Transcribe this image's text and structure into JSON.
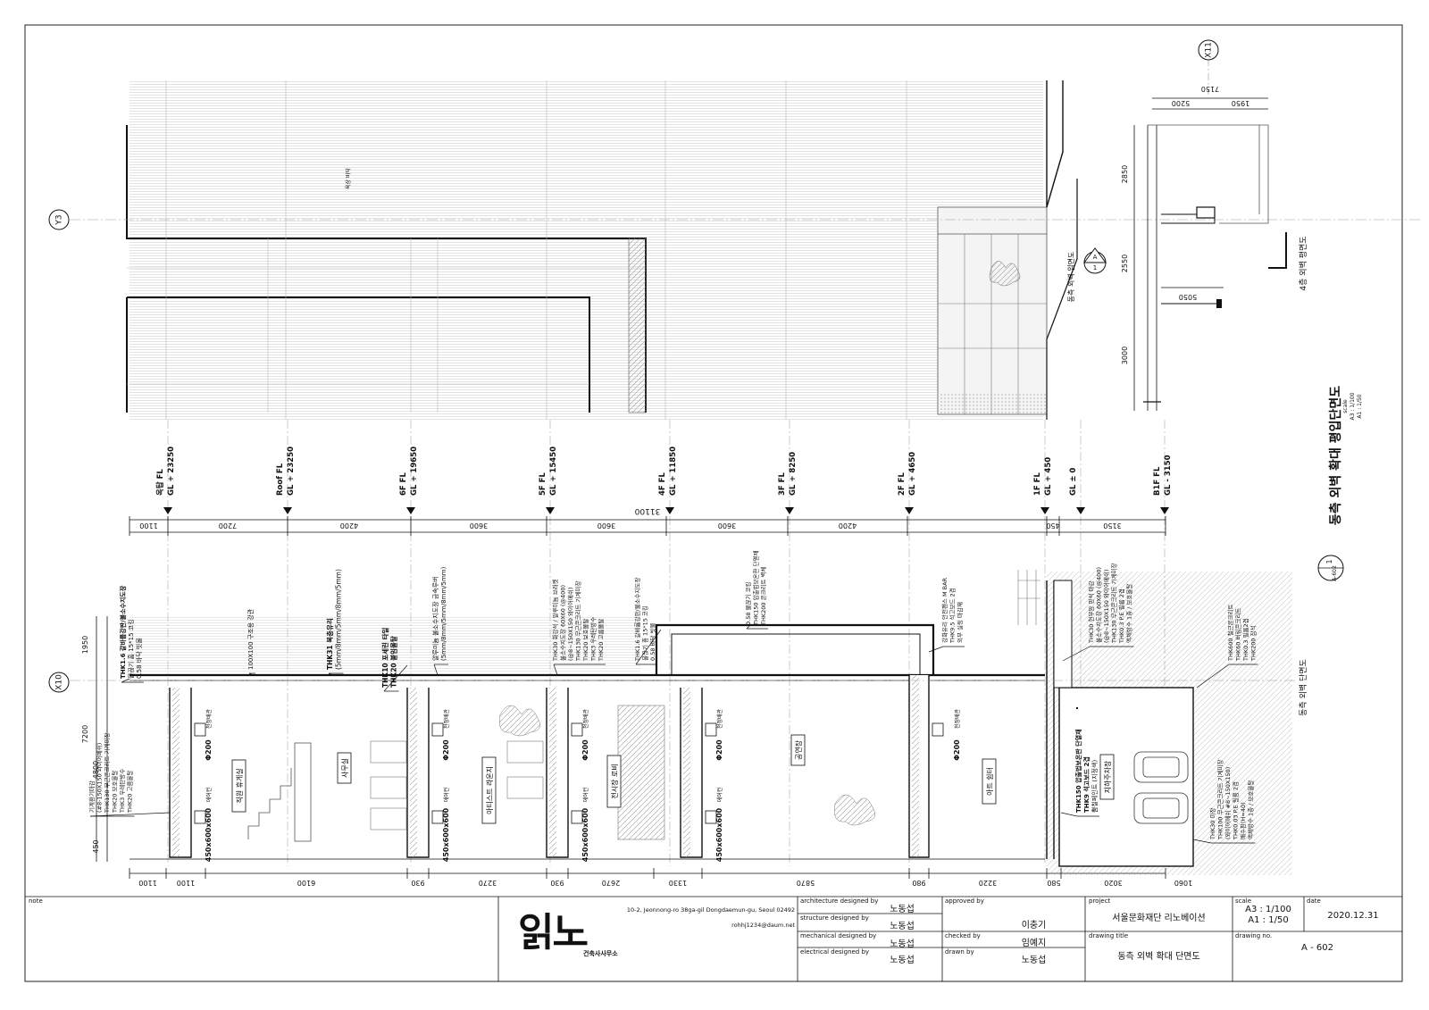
{
  "grids": {
    "y3": "Y3",
    "x10": "X10",
    "x11": "X11"
  },
  "levels": [
    {
      "name": "옥탑 FL",
      "value": "GL + 23250"
    },
    {
      "name": "Roof FL",
      "value": "GL + 23250"
    },
    {
      "name": "6F FL",
      "value": "GL + 19650"
    },
    {
      "name": "5F FL",
      "value": "GL + 15450"
    },
    {
      "name": "4F FL",
      "value": "GL + 11850"
    },
    {
      "name": "3F FL",
      "value": "GL + 8250"
    },
    {
      "name": "2F FL",
      "value": "GL + 4650"
    },
    {
      "name": "1F FL",
      "value": "GL + 450"
    },
    {
      "name": "GL ± 0",
      "value": ""
    },
    {
      "name": "B1F FL",
      "value": "GL - 3150"
    }
  ],
  "dims_top": [
    "1100",
    "7200",
    "4200",
    "3600",
    "3600",
    "3600",
    "4200",
    "450",
    "3150"
  ],
  "dim_total": "31100",
  "dims_bottom": [
    "1100",
    "1100",
    "6100",
    "930",
    "3270",
    "930",
    "2670",
    "1330",
    "5870",
    "980",
    "3220",
    "580",
    "3020",
    "1060"
  ],
  "dims_left": [
    "1950",
    "7200",
    "4800",
    "450"
  ],
  "rooms": [
    "직원 휴게실",
    "사무실",
    "아티스트 라운지",
    "전시장 로비",
    "공연장",
    "아트 쉼터",
    "지하주차장"
  ],
  "room_words": [
    "로비",
    "공연장"
  ],
  "notes": {
    "n1": [
      "THK1.6 갈바륨강판/불소수지도장",
      "물끊기 홈 15*15 코킹",
      "0.58 바닥 빗물"
    ],
    "n2": [
      "100X100 구조용 강관"
    ],
    "n3": [
      "THK31 복층유리",
      "(5mm/8mm/5mm/8mm/5mm)"
    ],
    "n4": [
      "알루미늄 불소수지도장 금속루버",
      "(5mm/8mm/5mm/8mm/5mm)"
    ],
    "n5": [
      "THK10 포세린 타일",
      "THK20 붙임몰탈"
    ],
    "n6": [
      "THK30 화강석 / 알루미늄 브라켓",
      "불소수지도장 60X60 (@400)",
      "(@8~150X150 와이어메쉬)",
      "THK130 무근콘크리트 기계미장",
      "THK20 보호몰탈",
      "THK3 우레탄방수",
      "THK20 고름몰탈"
    ],
    "n7": [
      "THK1.6 갈바륨강판/불소수지도장",
      "물끊기 홈 15*15 코킹",
      "0.58 바닥 빗물"
    ],
    "n8": [
      "0.58 물끊기 코킹",
      "THK150 압출법보온판 단열재",
      "THK200 콘크리트 벽체"
    ],
    "n9": [
      "강화유리 안전펜스 M BAR",
      "THK9.5 석고보드 2겹",
      "외부 실링 마감재"
    ],
    "n10": [
      "THK30 현무암 판석 마감",
      "불소수지도장 60X60 (@400)",
      "(@8~150X150 와이어메쉬)",
      "THK130 무근콘크리트 기계미장",
      "THK0.3 P.E 필름 2겹",
      "액체방수 1종 / 보호몰탈"
    ],
    "n11": [
      "THK600 철근콘크리트",
      "THK60 버림콘크리트",
      "THK0.3 필름2겹",
      "THK200 잡석"
    ],
    "n12": [
      "THK30 미장",
      "THK100 무근콘크리트 기계미장",
      "(와이어메쉬 #8~150X150)",
      "THK0.03 P.E 필름 2겹",
      "배수판(H=40)",
      "액체방수 1종 / 보호몰탈"
    ],
    "n13": [
      "THK150 압출법보온판 단열재",
      "THK9 석고보드 2겹",
      "뿜칠페인트 (지정색)"
    ],
    "n14": [
      "기계환기마감",
      "(#8-150X150 와이어메쉬)",
      "THK130 무근콘크리트 기계미장",
      "THK20 보호몰탈",
      "THK3 우레탄방수",
      "THK20 고름몰탈"
    ]
  },
  "duct": "450x600x600",
  "pipe": "Φ200",
  "small_tags": [
    "천정배관",
    "에어컨"
  ],
  "roof_note": "옥상 바닥",
  "section_caption": "동측 외벽 단면도",
  "elev_caption": "동측 외벽 입면도",
  "plan_caption": "4층 외벽 평면도",
  "plan_dims": [
    "7150",
    "5200",
    "1950",
    "2850",
    "2550",
    "3000",
    "5050"
  ],
  "main_title": "동측 외벽 확대 평입단면도",
  "scale_label": "scale",
  "scale_a3": "A3 : 1/100",
  "scale_a1": "A1 : 1/50",
  "callout": {
    "num": "1",
    "sheet": "A-602"
  },
  "elev_marker": {
    "letter": "A",
    "num": "1"
  },
  "titleblock": {
    "note_label": "note",
    "address": "10-2, Jeonnong-ro 38ga-gil Dongdaemun-gu, Seoul 02492",
    "email": "rohhj1234@daum.net",
    "logo": "읽노",
    "firm": "건축사사무소",
    "arch_label": "architecture designed by",
    "arch": "노동섭",
    "struct_label": "structure designed by",
    "struct": "노동섭",
    "mech_label": "mechanical designed by",
    "mech": "노동섭",
    "elec_label": "electrical designed by",
    "elec": "노동섭",
    "approved_label": "approved by",
    "approved": "이충기",
    "checked_label": "checked by",
    "checked": "임예지",
    "drawn_label": "drawn by",
    "drawn": "노동섭",
    "project_label": "project",
    "project": "서울문화재단 리노베이션",
    "dtitle_label": "drawing title",
    "dtitle": "동측 외벽 확대 단면도",
    "scale_label": "scale",
    "scale1": "A3 : 1/100",
    "scale2": "A1 : 1/50",
    "date_label": "date",
    "date": "2020.12.31",
    "dno_label": "drawing no.",
    "dno": "A - 602"
  }
}
